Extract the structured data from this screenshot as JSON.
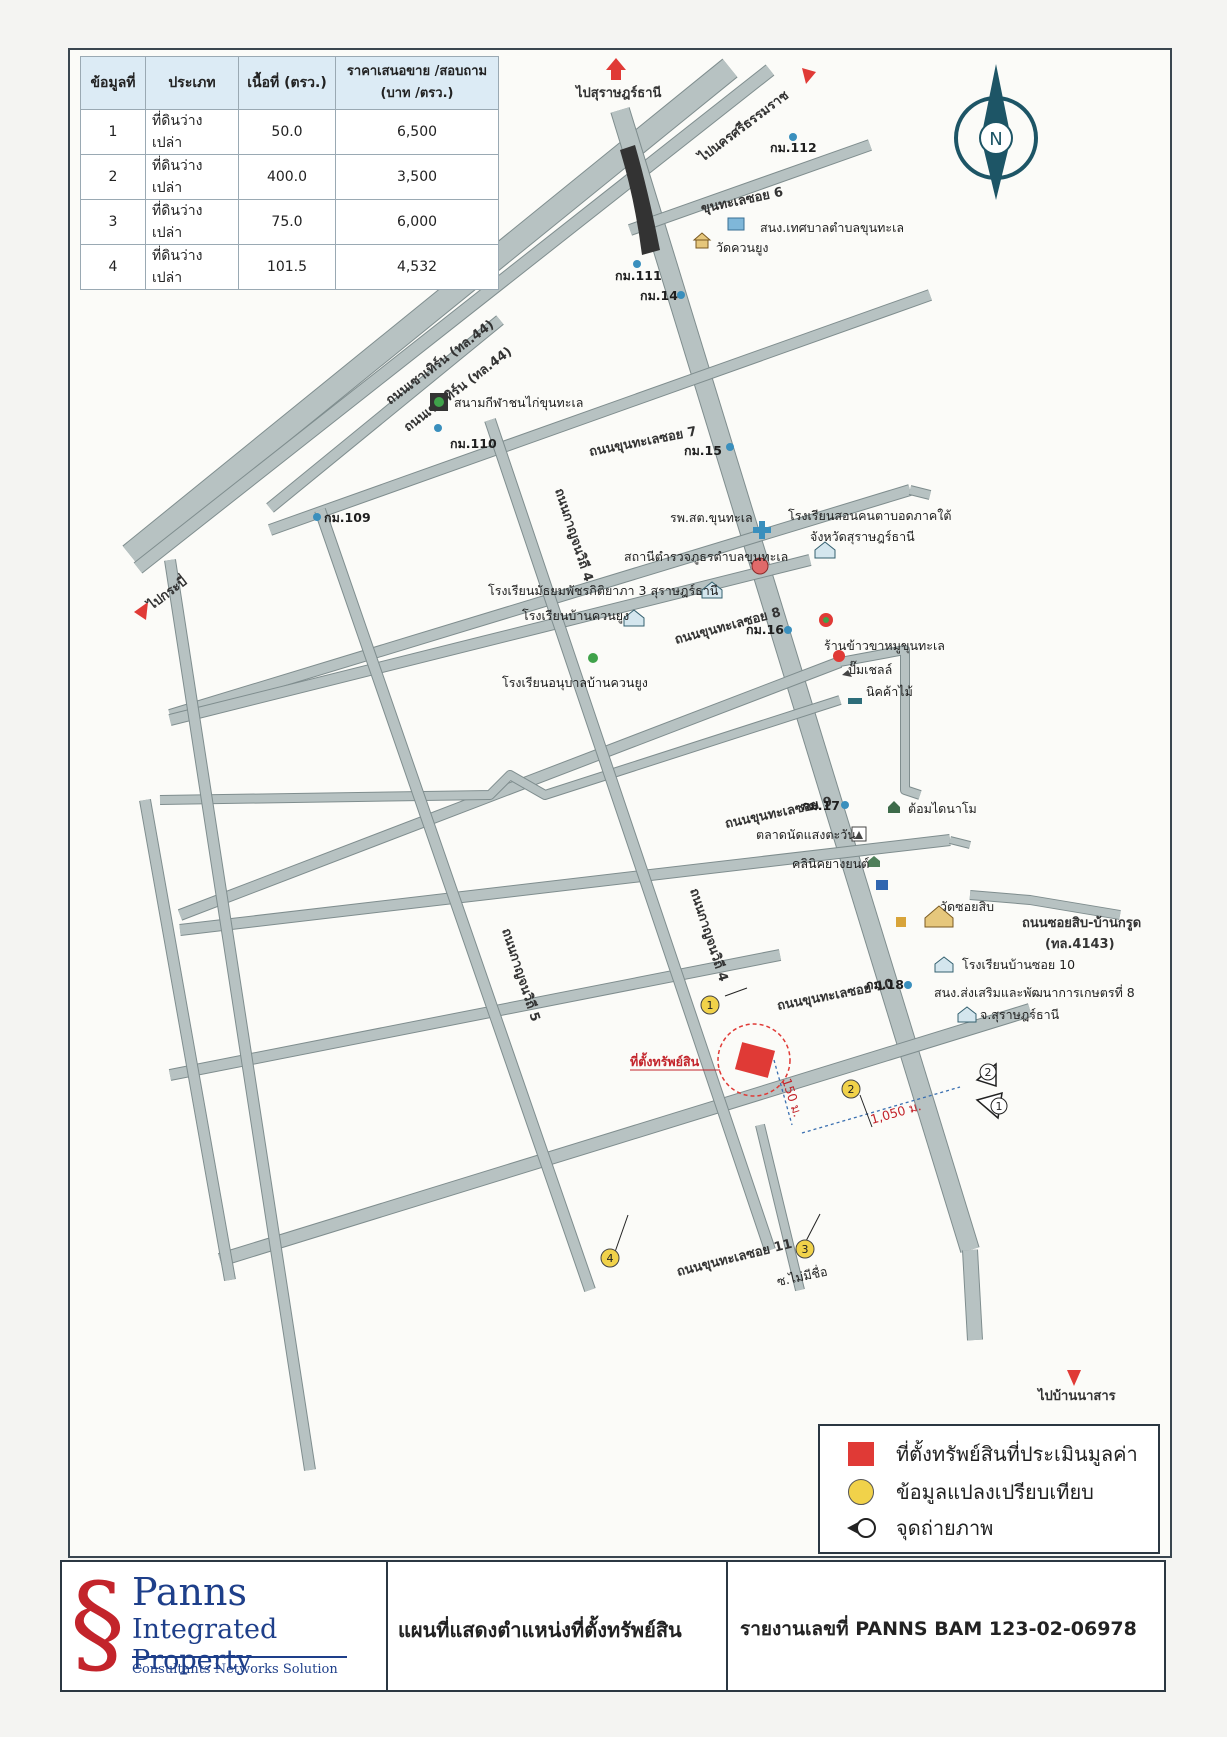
{
  "table": {
    "headers": [
      "ข้อมูลที่",
      "ประเภท",
      "เนื้อที่ (ตรว.)",
      "ราคาเสนอขาย /สอบถาม (บาท /ตรว.)"
    ],
    "rows": [
      {
        "no": "1",
        "type": "ที่ดินว่างเปล่า",
        "area": "50.0",
        "price": "6,500"
      },
      {
        "no": "2",
        "type": "ที่ดินว่างเปล่า",
        "area": "400.0",
        "price": "3,500"
      },
      {
        "no": "3",
        "type": "ที่ดินว่างเปล่า",
        "area": "75.0",
        "price": "6,000"
      },
      {
        "no": "4",
        "type": "ที่ดินว่างเปล่า",
        "area": "101.5",
        "price": "4,532"
      }
    ]
  },
  "compass": {
    "label": "N"
  },
  "directions": {
    "to_surat": "ไปสุราษฎร์ธานี",
    "to_nakhon": "ไปนครศรีธรรมราช",
    "to_krabi": "ไปกระบี่",
    "to_bannasan": "ไปบ้านนาสาร"
  },
  "roads": {
    "hwy44_a": "ถนนเซาเทิร์น (ทล.44)",
    "hwy44_b": "ถนนเซาเทิร์น (ทล.44)",
    "soi6": "ขุนทะเลซอย 6",
    "soi7": "ถนนขุนทะเลซอย 7",
    "soi8": "ถนนขุนทะเลซอย 8",
    "soi9": "ถนนขุนทะเลซอย 9",
    "soi10": "ถนนขุนทะเลซอย 10",
    "soi11": "ถนนขุนทะเลซอย 11",
    "kanchan4_a": "ถนนกาญจนวิถี 4",
    "kanchan4_b": "ถนนกาญจนวิถี 4",
    "kanchan5": "ถนนกาญจนวิถี 5",
    "soisib_line1": "ถนนซอยสิบ-บ้านกรูด",
    "soisib_line2": "(ทล.4143)",
    "noname": "ซ.ไม่มีชื่อ"
  },
  "km_markers": {
    "km112": "กม.112",
    "km111": "กม.111",
    "km14": "กม.14",
    "km110": "กม.110",
    "km109": "กม.109",
    "km15": "กม.15",
    "km16": "กม.16",
    "km17": "กม.17",
    "km18": "กม.18"
  },
  "places": {
    "municipal": "สนง.เทศบาลตำบลขุนทะเล",
    "wat_kuan": "วัดควนยูง",
    "stadium": "สนามกีฬาชนไก่ขุนทะเล",
    "hospital": "รพ.สต.ขุนทะเล",
    "school_deaf_1": "โรงเรียนสอนคนตาบอดภาคใต้",
    "school_deaf_2": "จังหวัดสุราษฎร์ธานี",
    "police": "สถานีตำรวจภูธรตำบลขุนทะเล",
    "school_matthayom": "โรงเรียนมัธยมพัชรกิติยาภา 3 สุราษฎร์ธานี",
    "school_bankuan": "โรงเรียนบ้านควนยูง",
    "kindergarten": "โรงเรียนอนุบาลบ้านควนยูง",
    "restaurant": "ร้านข้าวขาหมูขุนทะเล",
    "petrol": "ปั๊มเชลล์",
    "tree_shop": "นิคค้าไม้",
    "dome": "ต้อมไดนาโม",
    "market": "ตลาดนัดแสงตะวัน",
    "clinic": "คลินิคยางยนต์",
    "wat_soisib": "วัดซอยสิบ",
    "school_soi10": "โรงเรียนบ้านซอย 10",
    "agri_office_1": "สนง.ส่งเสริมและพัฒนาการเกษตรที่ 8",
    "agri_office_2": "จ.สุราษฎร์ธานี",
    "property_label": "ที่ตั้งทรัพย์สิน"
  },
  "distances": {
    "d150": "150 ม.",
    "d1050": "1,050 ม."
  },
  "comparables": [
    "1",
    "2",
    "3",
    "4"
  ],
  "photo_points": [
    "2",
    "1"
  ],
  "legend": {
    "property": "ที่ตั้งทรัพย์สินที่ประเมินมูลค่า",
    "comparable": "ข้อมูลแปลงเปรียบเทียบ",
    "photo": "จุดถ่ายภาพ"
  },
  "footer": {
    "brand_name": "Panns",
    "brand_sub": "Integrated Property",
    "brand_tag": "Consultants Networks Solution",
    "title": "แผนที่แสดงตำแหน่งที่ตั้งทรัพย์สิน",
    "report": "รายงานเลขที่ PANNS BAM 123-02-06978"
  },
  "colors": {
    "road_fill": "#b7c2c2",
    "road_edge": "#7f8d8e",
    "property": "#e03a36",
    "comparable": "#f1d24a",
    "table_header": "#dcebf5",
    "compass": "#1d5566",
    "brand_blue": "#1e3f8a",
    "brand_red": "#c3242b"
  }
}
